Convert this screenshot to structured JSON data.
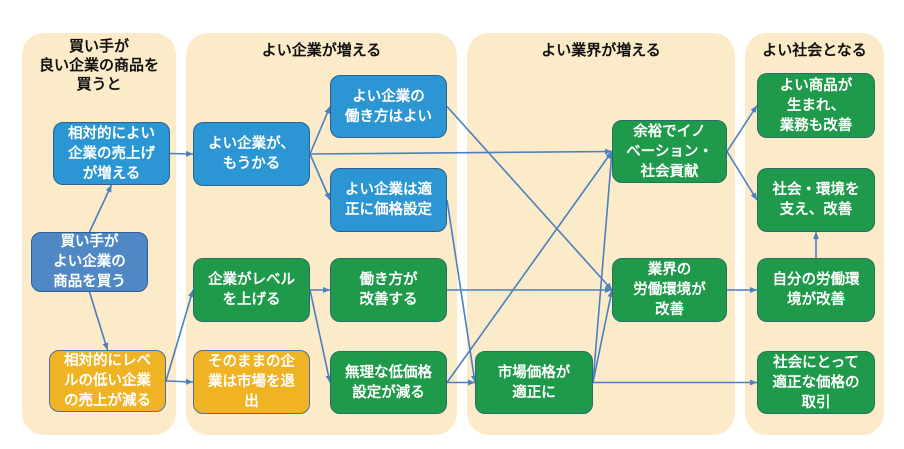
{
  "colors": {
    "panel": "#fcebc8",
    "blue": "#2b96d3",
    "steel_blue": "#5088c6",
    "green": "#1f9a4a",
    "orange": "#f0b323",
    "arrow": "#4a7fc1"
  },
  "columns": [
    {
      "title": "買い手が\n良い企業の商品を\n買うと"
    },
    {
      "title": "よい企業が増える"
    },
    {
      "title": "よい業界が増える"
    },
    {
      "title": "よい社会となる"
    }
  ],
  "nodes": {
    "A": {
      "label": "相対的によい\n企業の売上げ\nが増える",
      "color": "blue"
    },
    "B": {
      "label": "買い手が\nよい企業の\n商品を買う",
      "color": "steel_blue"
    },
    "C": {
      "label": "相対的にレベ\nルの低い企業\nの売上が減る",
      "color": "orange"
    },
    "D": {
      "label": "よい企業が、\nもうかる",
      "color": "blue"
    },
    "E": {
      "label": "よい企業の\n働き方はよい",
      "color": "blue"
    },
    "F": {
      "label": "よい企業は適\n正に価格設定",
      "color": "blue"
    },
    "G": {
      "label": "企業がレベル\nを上げる",
      "color": "green"
    },
    "H": {
      "label": "そのままの企\n業は市場を退\n出",
      "color": "orange"
    },
    "I": {
      "label": "働き方が\n改善する",
      "color": "green"
    },
    "J": {
      "label": "無理な低価格\n設定が減る",
      "color": "green"
    },
    "K": {
      "label": "余裕でイノ\nベーション・\n社会貢献",
      "color": "green"
    },
    "L": {
      "label": "業界の\n労働環境が\n改善",
      "color": "green"
    },
    "M": {
      "label": "市場価格が\n適正に",
      "color": "green"
    },
    "N": {
      "label": "よい商品が\n生まれ、\n業務も改善",
      "color": "green"
    },
    "O": {
      "label": "社会・環境を\n支え、改善",
      "color": "green"
    },
    "P": {
      "label": "自分の労働環\n境が改善",
      "color": "green"
    },
    "Q": {
      "label": "社会にとって\n適正な価格の\n取引",
      "color": "green"
    }
  },
  "edges": [
    [
      "B",
      "A"
    ],
    [
      "B",
      "C"
    ],
    [
      "A",
      "D"
    ],
    [
      "C",
      "G"
    ],
    [
      "C",
      "H"
    ],
    [
      "D",
      "E"
    ],
    [
      "D",
      "F"
    ],
    [
      "D",
      "K"
    ],
    [
      "G",
      "I"
    ],
    [
      "G",
      "J"
    ],
    [
      "E",
      "L"
    ],
    [
      "F",
      "M"
    ],
    [
      "I",
      "L"
    ],
    [
      "J",
      "K"
    ],
    [
      "J",
      "M"
    ],
    [
      "M",
      "K"
    ],
    [
      "M",
      "L"
    ],
    [
      "M",
      "Q"
    ],
    [
      "K",
      "N"
    ],
    [
      "K",
      "O"
    ],
    [
      "L",
      "P"
    ],
    [
      "P",
      "O"
    ]
  ]
}
